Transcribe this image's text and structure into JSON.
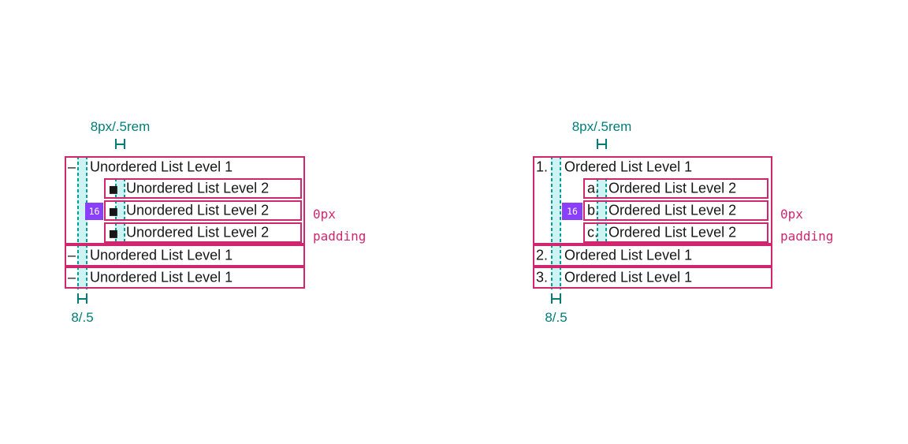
{
  "colors": {
    "teal_label": "#007d79",
    "teal_dash": "#009d9a",
    "highlight_fill": "#cdf4f2",
    "magenta_outline": "#d02670",
    "purple_badge": "#8a3ffc",
    "list_text": "#161616",
    "background": "#ffffff"
  },
  "diagrams": [
    {
      "name": "unordered-list-spacing",
      "top_spacing_label": "8px/.5rem",
      "bottom_spacing_label": "8/.5",
      "padding_line1": "0px",
      "padding_line2": "padding",
      "indent_badge": "16",
      "level1_items": [
        {
          "marker": "–",
          "text": "Unordered List Level 1"
        },
        {
          "marker": "–",
          "text": "Unordered List Level 1"
        },
        {
          "marker": "–",
          "text": "Unordered List Level 1"
        }
      ],
      "level2_items": [
        {
          "marker": "▪",
          "text": "Unordered List Level 2"
        },
        {
          "marker": "▪",
          "text": "Unordered List Level 2"
        },
        {
          "marker": "▪",
          "text": "Unordered List Level 2"
        }
      ]
    },
    {
      "name": "ordered-list-spacing",
      "top_spacing_label": "8px/.5rem",
      "bottom_spacing_label": "8/.5",
      "padding_line1": "0px",
      "padding_line2": "padding",
      "indent_badge": "16",
      "level1_items": [
        {
          "marker": "1.",
          "text": "Ordered List Level 1"
        },
        {
          "marker": "2.",
          "text": "Ordered List Level 1"
        },
        {
          "marker": "3.",
          "text": "Ordered List Level 1"
        }
      ],
      "level2_items": [
        {
          "marker": "a.",
          "text": "Ordered List Level 2"
        },
        {
          "marker": "b.",
          "text": "Ordered List Level 2"
        },
        {
          "marker": "c.",
          "text": "Ordered List Level 2"
        }
      ]
    }
  ]
}
